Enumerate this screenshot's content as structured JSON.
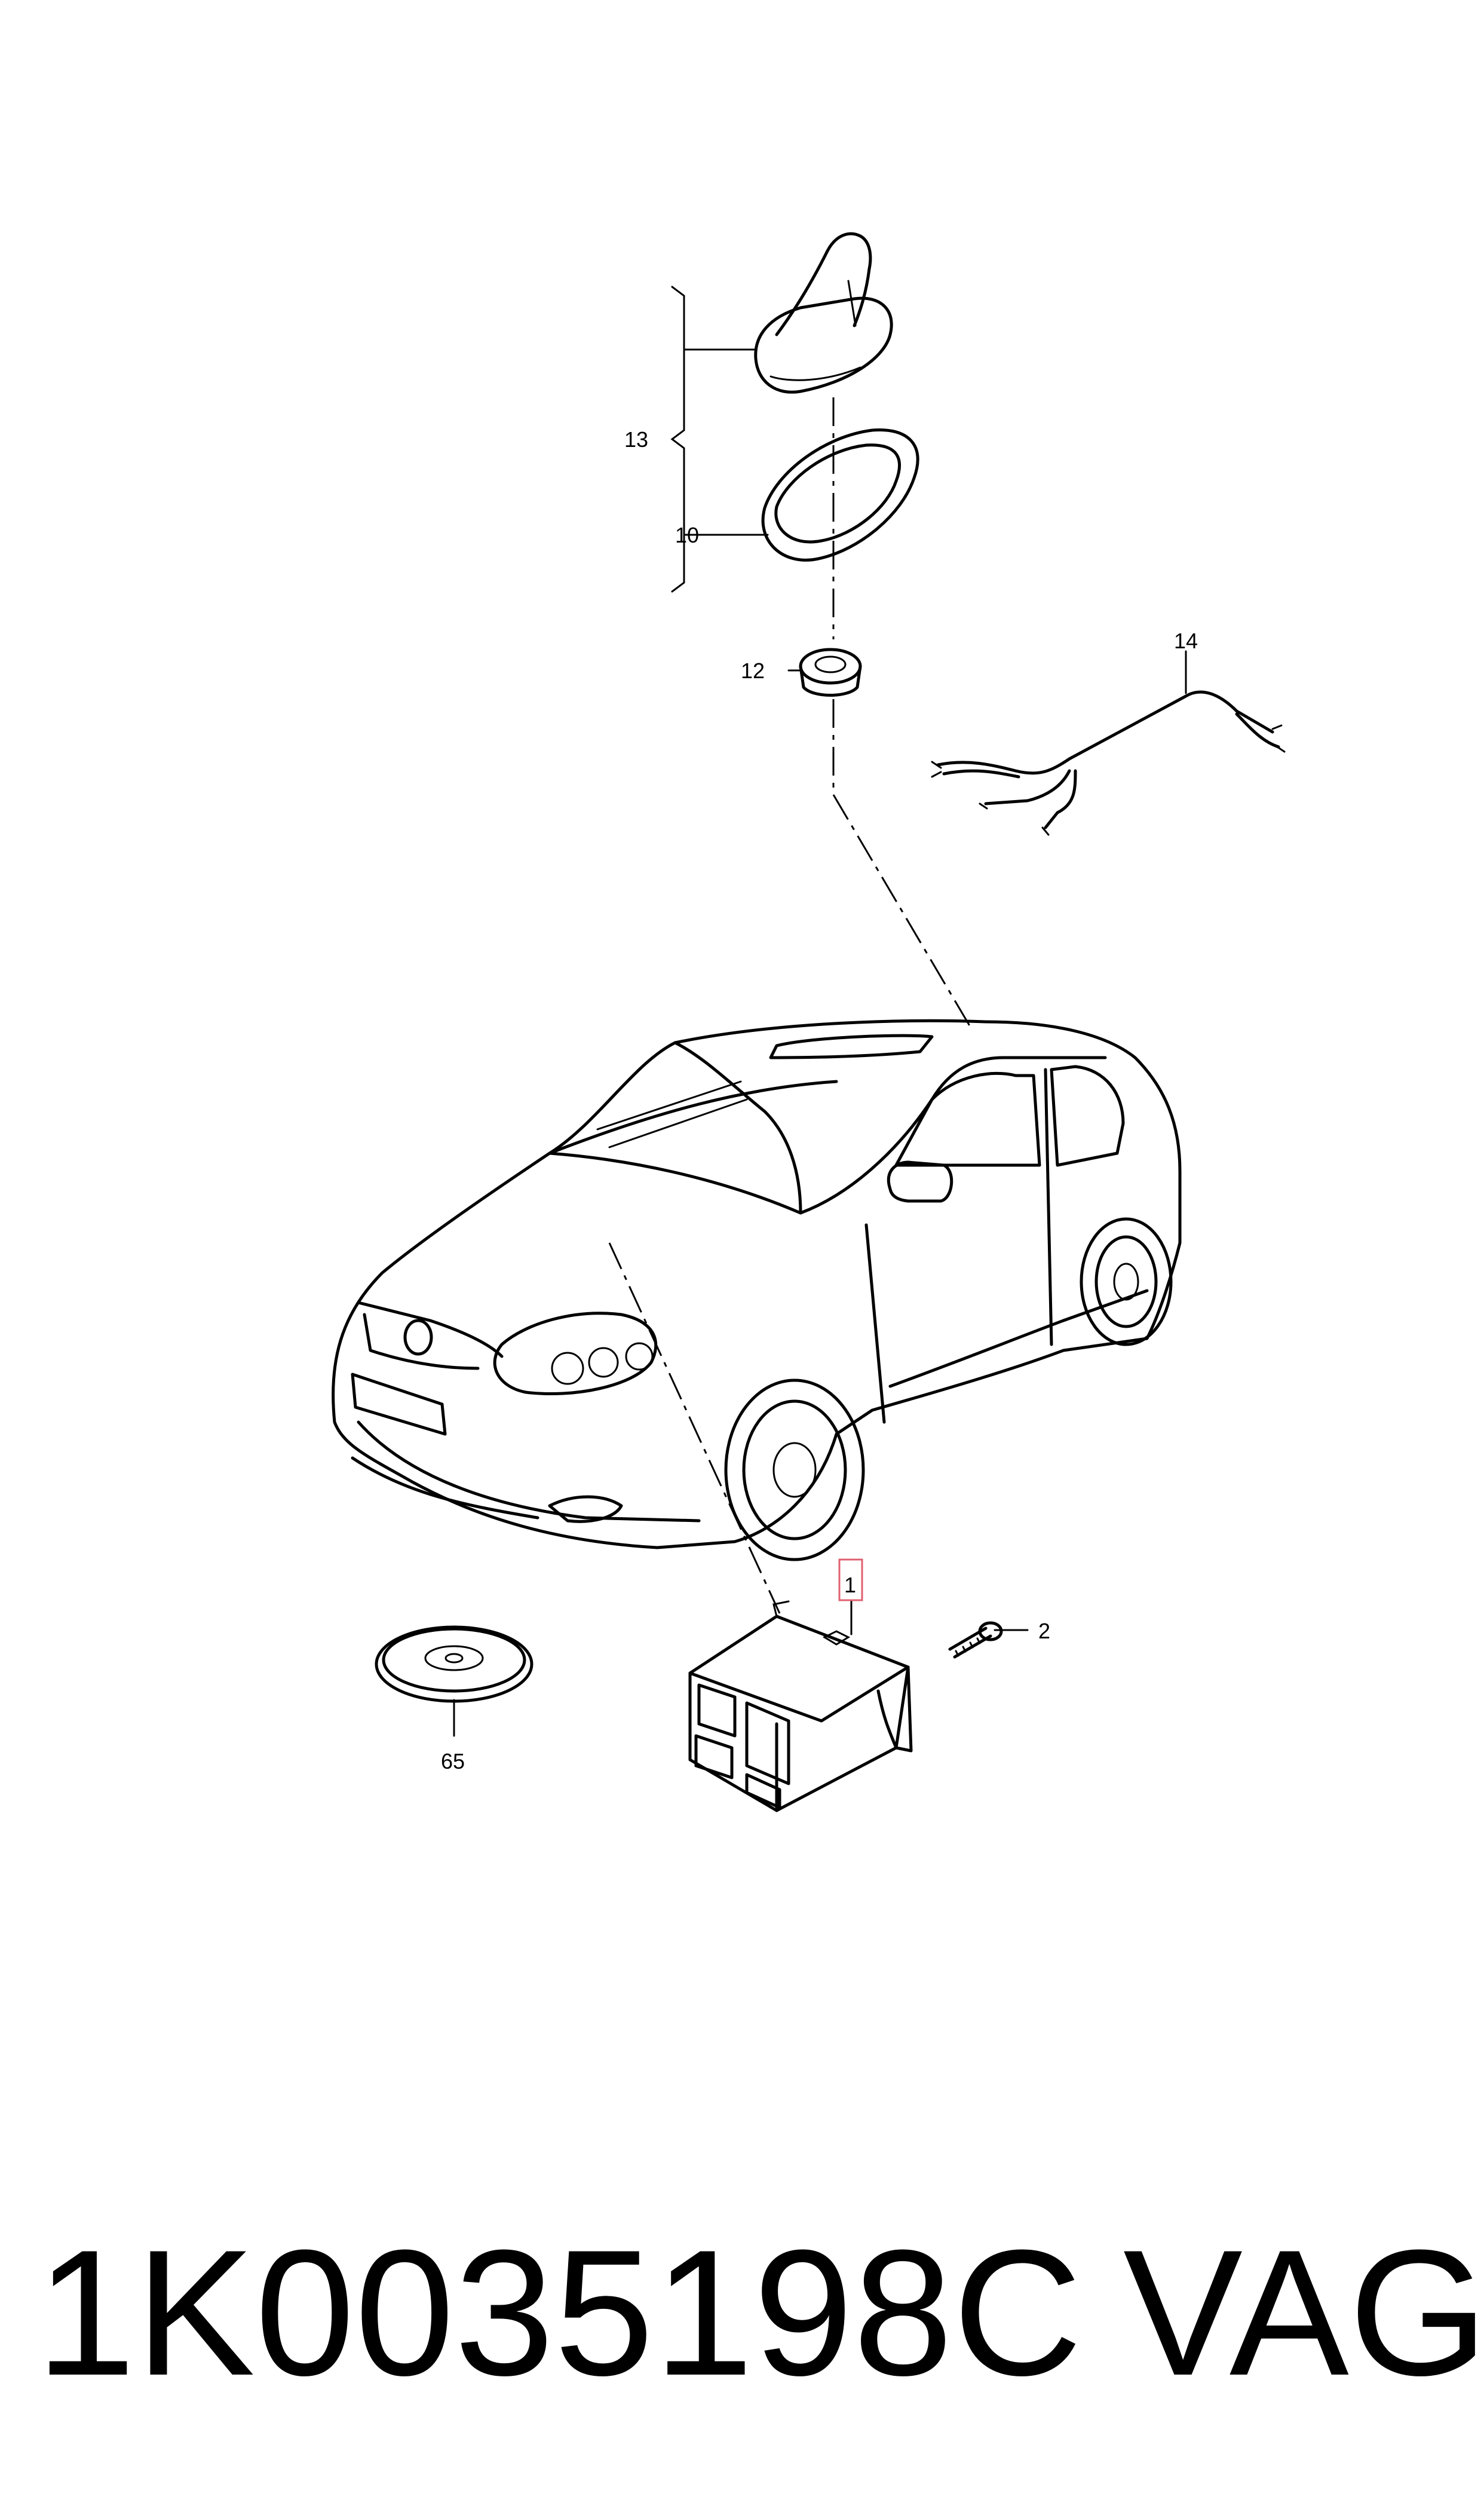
{
  "callouts": {
    "c13": "13",
    "c10": "10",
    "c12": "12",
    "c14": "14",
    "c1": "1",
    "c2": "2",
    "c65": "65"
  },
  "footer": {
    "part_number": "1K0035198C",
    "brand": "VAG"
  },
  "colors": {
    "line": "#000000",
    "highlight_box": "#e06070",
    "background": "#ffffff"
  }
}
